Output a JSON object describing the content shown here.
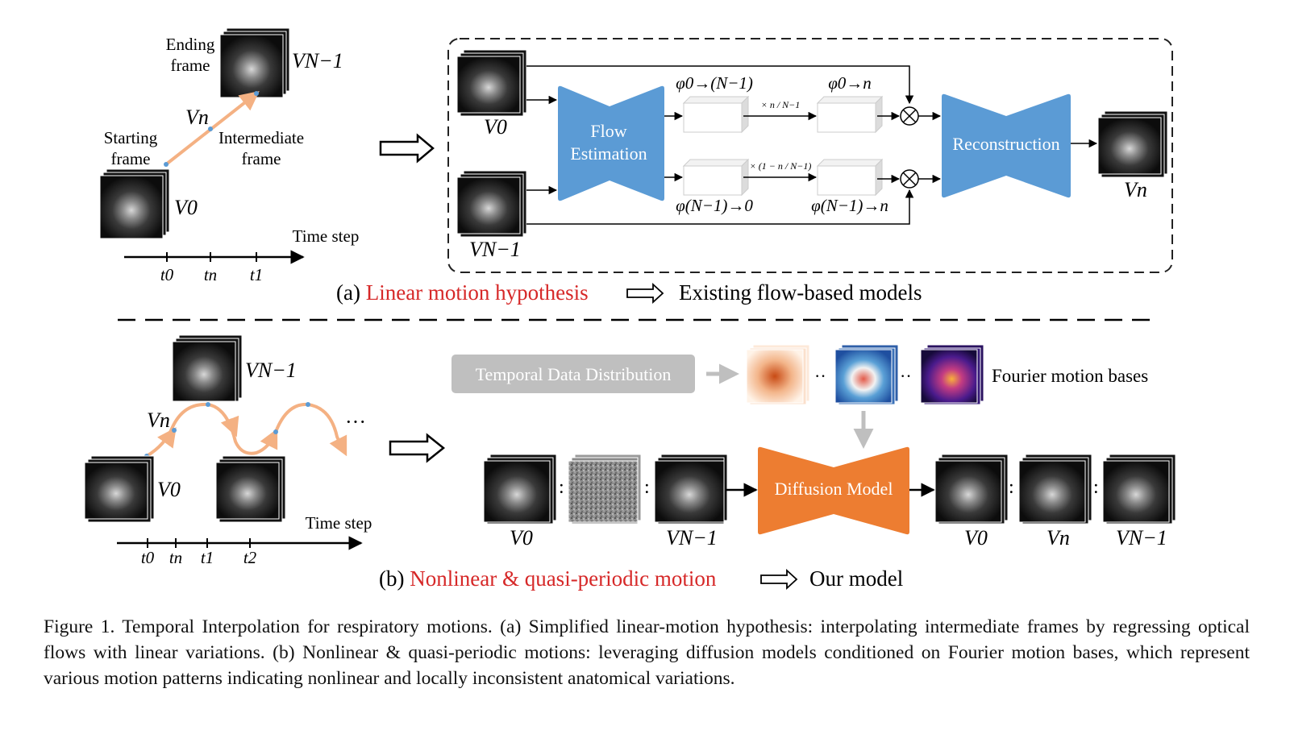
{
  "part_a": {
    "ending_frame_line1": "Ending",
    "ending_frame_line2": "frame",
    "starting_frame_line1": "Starting",
    "starting_frame_line2": "frame",
    "intermediate_frame_line1": "Intermediate",
    "intermediate_frame_line2": "frame",
    "time_step_label": "Time step",
    "ticks": [
      "t0",
      "tn",
      "t1"
    ],
    "v_labels": {
      "v0": "V0",
      "vn": "Vn",
      "vn1": "VN−1"
    },
    "flow_estimation_line1": "Flow",
    "flow_estimation_line2": "Estimation",
    "reconstruction_label": "Reconstruction",
    "phi_top_left": "φ0→(N−1)",
    "phi_top_right": "φ0→n",
    "phi_bottom_left": "φ(N−1)→0",
    "phi_bottom_right": "φ(N−1)→n",
    "scale_top": "× n / N−1",
    "scale_bottom": "× (1 − n / N−1)",
    "caption_prefix": "(a) ",
    "caption_highlight": "Linear motion hypothesis",
    "caption_suffix": "Existing flow-based models"
  },
  "part_b": {
    "time_step_label": "Time step",
    "ticks": [
      "t0",
      "tn",
      "t1",
      "t2"
    ],
    "ellipsis": "···",
    "temporal_box_label": "Temporal Data Distribution",
    "fourier_label": "Fourier motion bases",
    "diffusion_label": "Diffusion Model",
    "colon": ":",
    "dots": "··",
    "caption_prefix": "(b) ",
    "caption_highlight": "Nonlinear & quasi-periodic motion",
    "caption_suffix": "Our model"
  },
  "colors": {
    "flow_blue": "#5b9bd5",
    "diffusion_orange": "#ed7d31",
    "highlight_red": "#d62828",
    "motion_orange": "#f4b183",
    "gray_box": "#bfbfbf"
  },
  "figure_caption": {
    "label": "Figure 1.",
    "text": "Temporal Interpolation for respiratory motions. (a) Simplified linear-motion hypothesis: interpolating intermediate frames by regressing optical flows with linear variations. (b) Nonlinear & quasi-periodic motions: leveraging diffusion models conditioned on Fourier motion bases, which represent various motion patterns indicating nonlinear and locally inconsistent anatomical variations."
  }
}
